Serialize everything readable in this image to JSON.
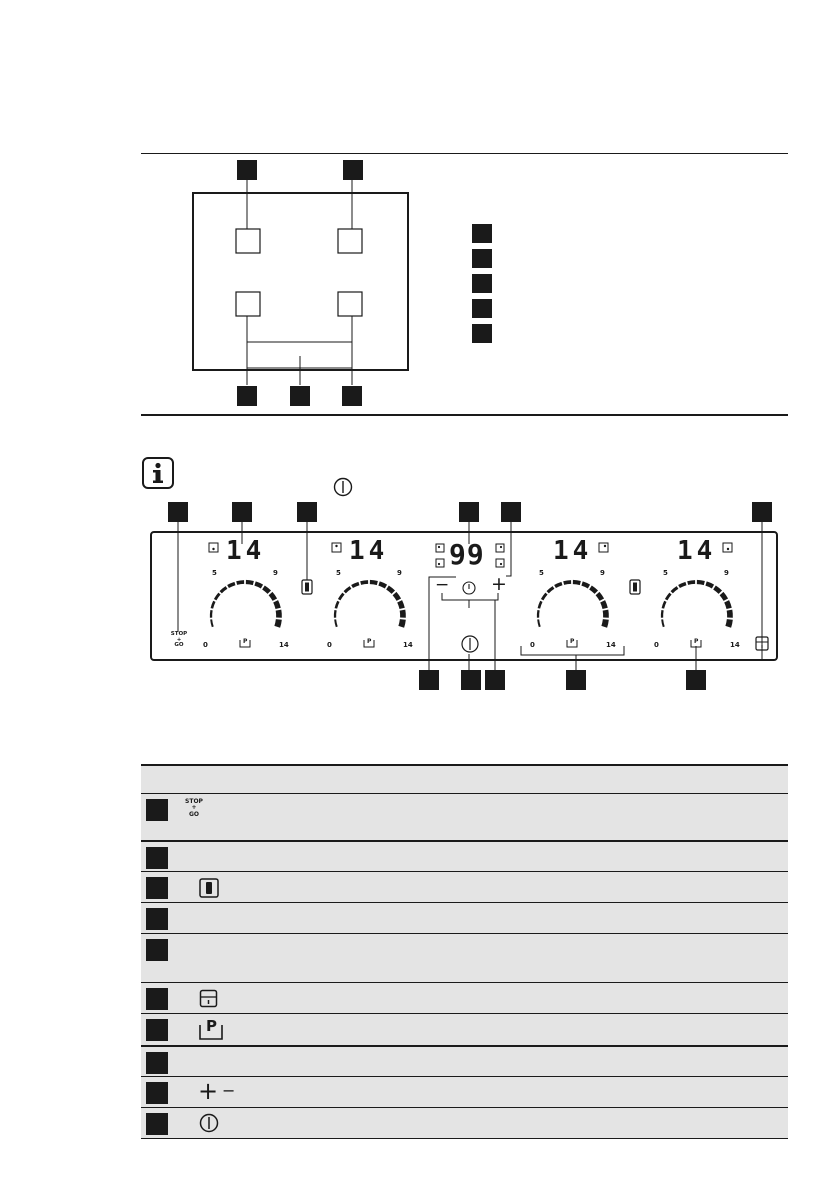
{
  "page": {
    "bg": "#ffffff",
    "ink": "#1a1a1a",
    "table_bg": "#e4e4e4"
  },
  "panel": {
    "stop_go": {
      "line1": "STOP",
      "line2": "+",
      "line3": "GO"
    },
    "zones": [
      {
        "display": "14",
        "dial_min": "0",
        "dial_mid1": "5",
        "dial_mid2": "9",
        "dial_max": "14",
        "program": "P"
      },
      {
        "display": "14",
        "dial_min": "0",
        "dial_mid1": "5",
        "dial_mid2": "9",
        "dial_max": "14",
        "program": "P"
      },
      {
        "display": "14",
        "dial_min": "0",
        "dial_mid1": "5",
        "dial_mid2": "9",
        "dial_max": "14",
        "program": "P"
      },
      {
        "display": "14",
        "dial_min": "0",
        "dial_mid1": "5",
        "dial_mid2": "9",
        "dial_max": "14",
        "program": "P"
      }
    ],
    "timer_display": "99",
    "timer_minus": "−",
    "timer_plus": "+"
  },
  "legend": {
    "stop_go_icon": {
      "line1": "STOP",
      "line2": "+",
      "line3": "GO"
    },
    "program_letter": "P",
    "plus_glyph": "+",
    "minus_glyph": "−"
  },
  "icons": [
    "info-icon",
    "power-icon",
    "bridge-icon",
    "lock-icon",
    "program-icon",
    "timer-icon",
    "zone-marker-icon"
  ]
}
